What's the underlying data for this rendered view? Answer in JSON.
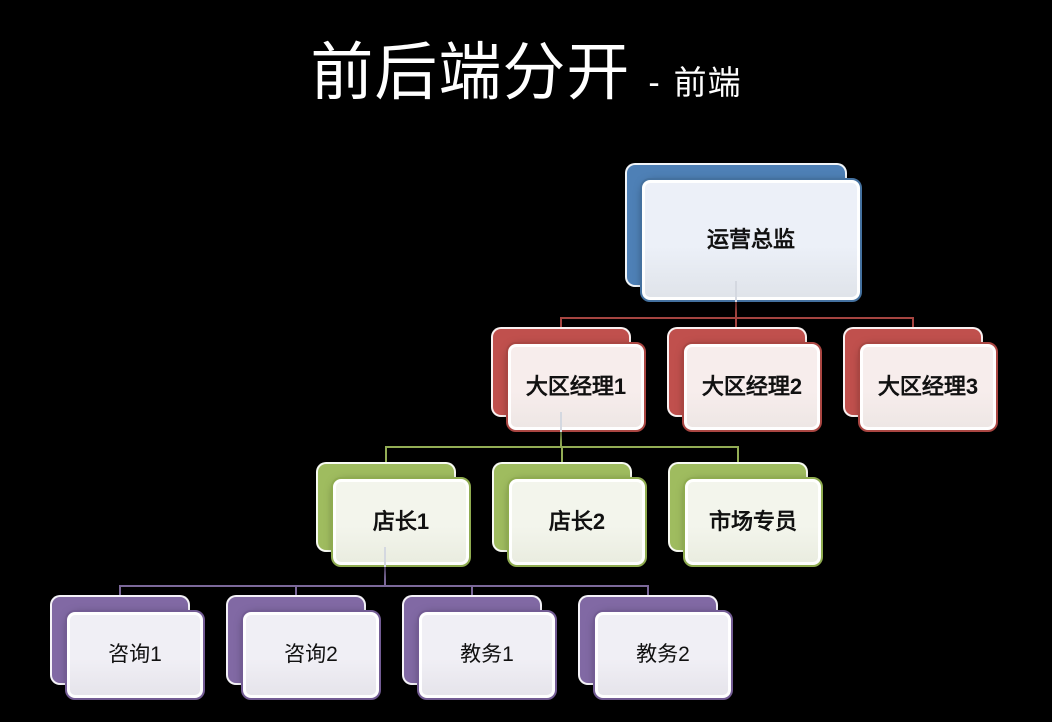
{
  "title": {
    "main": "前后端分开",
    "separator": "-",
    "sub": "前端"
  },
  "diagram": {
    "type": "org-chart",
    "nodes": [
      {
        "label": "运营总监",
        "level": 1,
        "color": "blue",
        "parent": null
      },
      {
        "label": "大区经理1",
        "level": 2,
        "color": "red",
        "parent": "运营总监"
      },
      {
        "label": "大区经理2",
        "level": 2,
        "color": "red",
        "parent": "运营总监"
      },
      {
        "label": "大区经理3",
        "level": 2,
        "color": "red",
        "parent": "运营总监"
      },
      {
        "label": "店长1",
        "level": 3,
        "color": "green",
        "parent": "大区经理1"
      },
      {
        "label": "店长2",
        "level": 3,
        "color": "green",
        "parent": "大区经理1"
      },
      {
        "label": "市场专员",
        "level": 3,
        "color": "green",
        "parent": "大区经理1"
      },
      {
        "label": "咨询1",
        "level": 4,
        "color": "purple",
        "parent": "店长1"
      },
      {
        "label": "咨询2",
        "level": 4,
        "color": "purple",
        "parent": "店长1"
      },
      {
        "label": "教务1",
        "level": 4,
        "color": "purple",
        "parent": "店长1"
      },
      {
        "label": "教务2",
        "level": 4,
        "color": "purple",
        "parent": "店长1"
      }
    ]
  },
  "colors": {
    "background": "#000000",
    "title_text": "#ffffff",
    "node_text": "#111111",
    "connector_highlight": "#d4d8e0"
  },
  "palette": {
    "blue": {
      "accent": "#4e80b6",
      "border": "#44719f",
      "fill_top": "#ecf0f8",
      "fill_bottom": "#dfe3e9",
      "connector": "#4e80b6"
    },
    "red": {
      "accent": "#c0504d",
      "border": "#aa4642",
      "fill_top": "#f7edec",
      "fill_bottom": "#ede6e4",
      "connector": "#a64541"
    },
    "green": {
      "accent": "#9fbc5f",
      "border": "#8fac50",
      "fill_top": "#f3f5ec",
      "fill_bottom": "#e9ecdf",
      "connector": "#93ad55"
    },
    "purple": {
      "accent": "#8169a4",
      "border": "#735c94",
      "fill_top": "#f0eff5",
      "fill_bottom": "#e5e3ea",
      "connector": "#7b6899"
    }
  }
}
